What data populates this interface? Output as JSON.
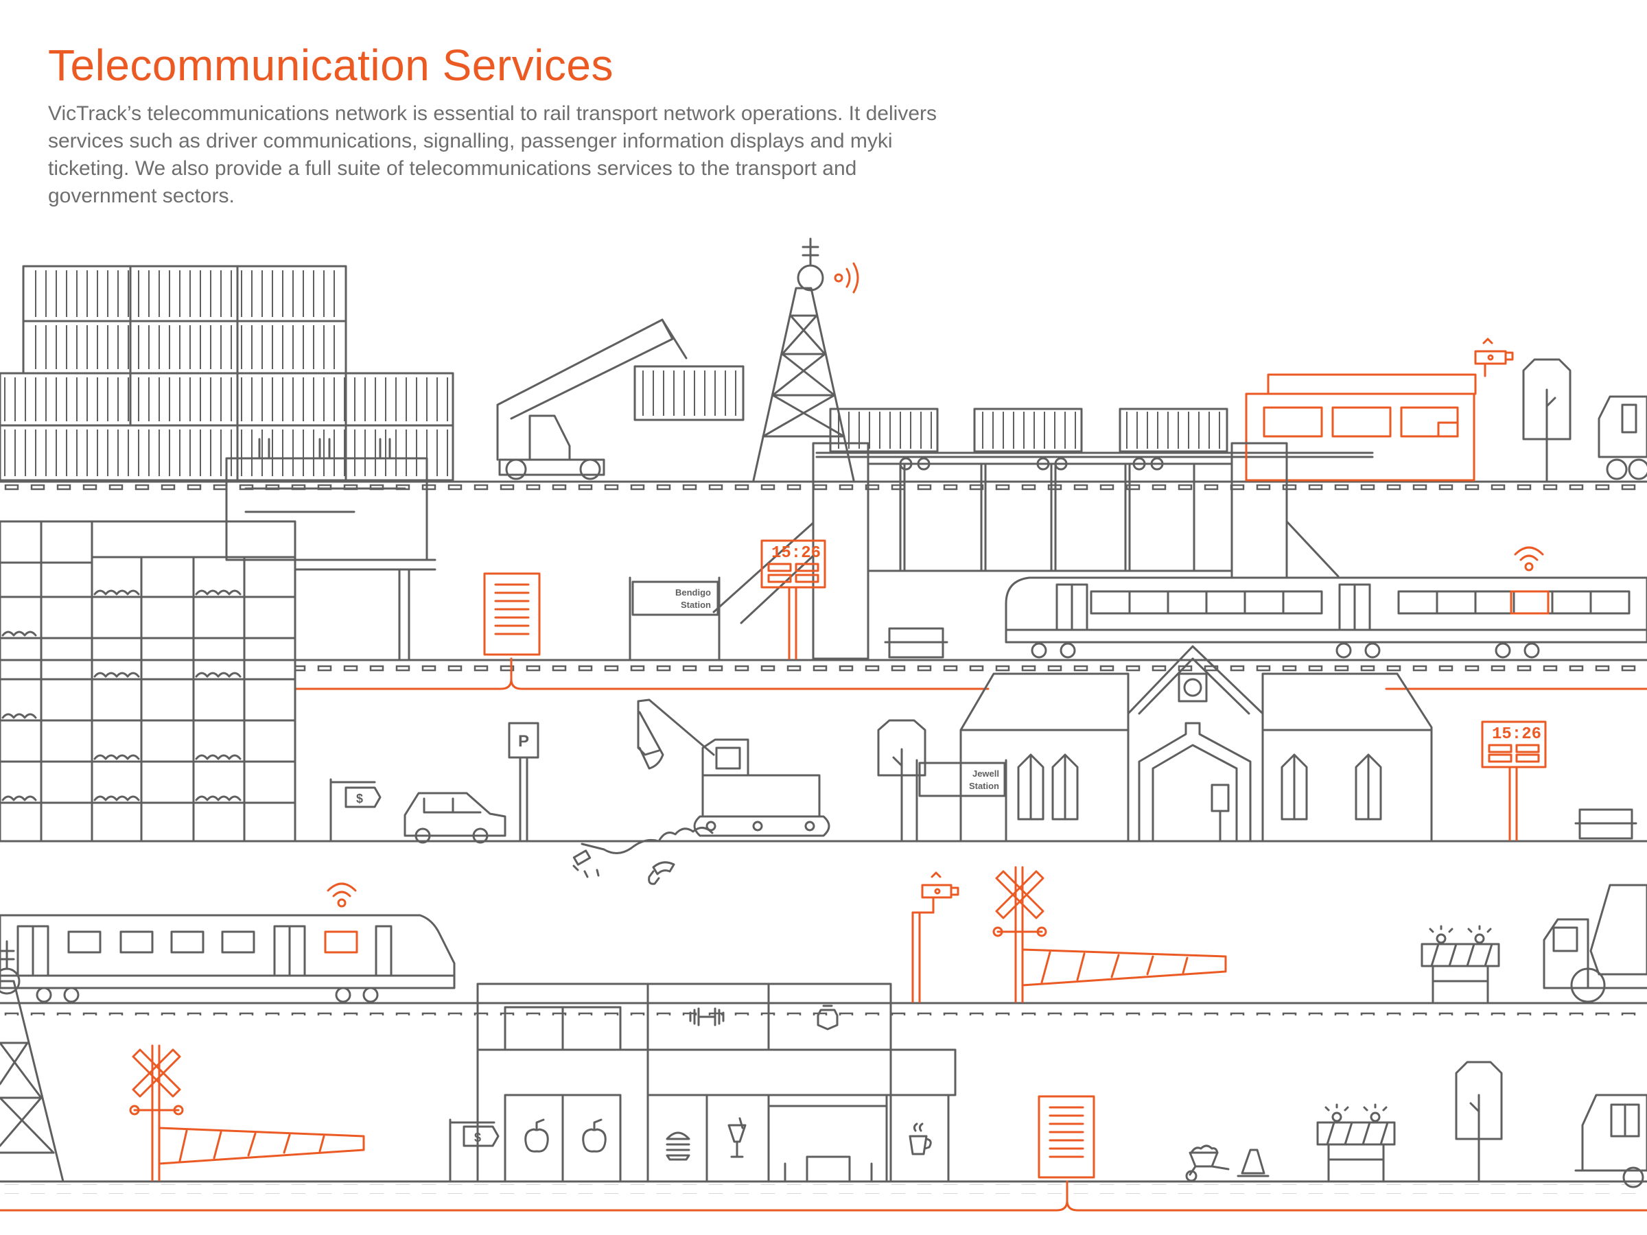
{
  "header": {
    "title": "Telecommunication Services",
    "intro": "VicTrack’s telecommunications network is essential to rail transport network operations. It delivers services such as driver communications, signalling, passenger information displays and myki ticketing. We also provide a full suite of telecommunications services to the transport and government sectors."
  },
  "scene": {
    "station_sign_1": [
      "Bendigo",
      "Station"
    ],
    "station_sign_2": [
      "Jewell",
      "Station"
    ],
    "display_time": "15:26",
    "parking_symbol": "P",
    "price_symbol": "$"
  },
  "colors": {
    "accent": "#ec5a24",
    "line": "#5f5f5f",
    "body_text": "#6e6e6e",
    "background": "#ffffff"
  },
  "icons": [
    "wifi-icon",
    "cctv-camera-icon",
    "level-crossing-icon",
    "dumbbell-icon",
    "apple-icon",
    "burger-icon",
    "cocktail-icon",
    "coffee-icon",
    "shield-icon"
  ]
}
